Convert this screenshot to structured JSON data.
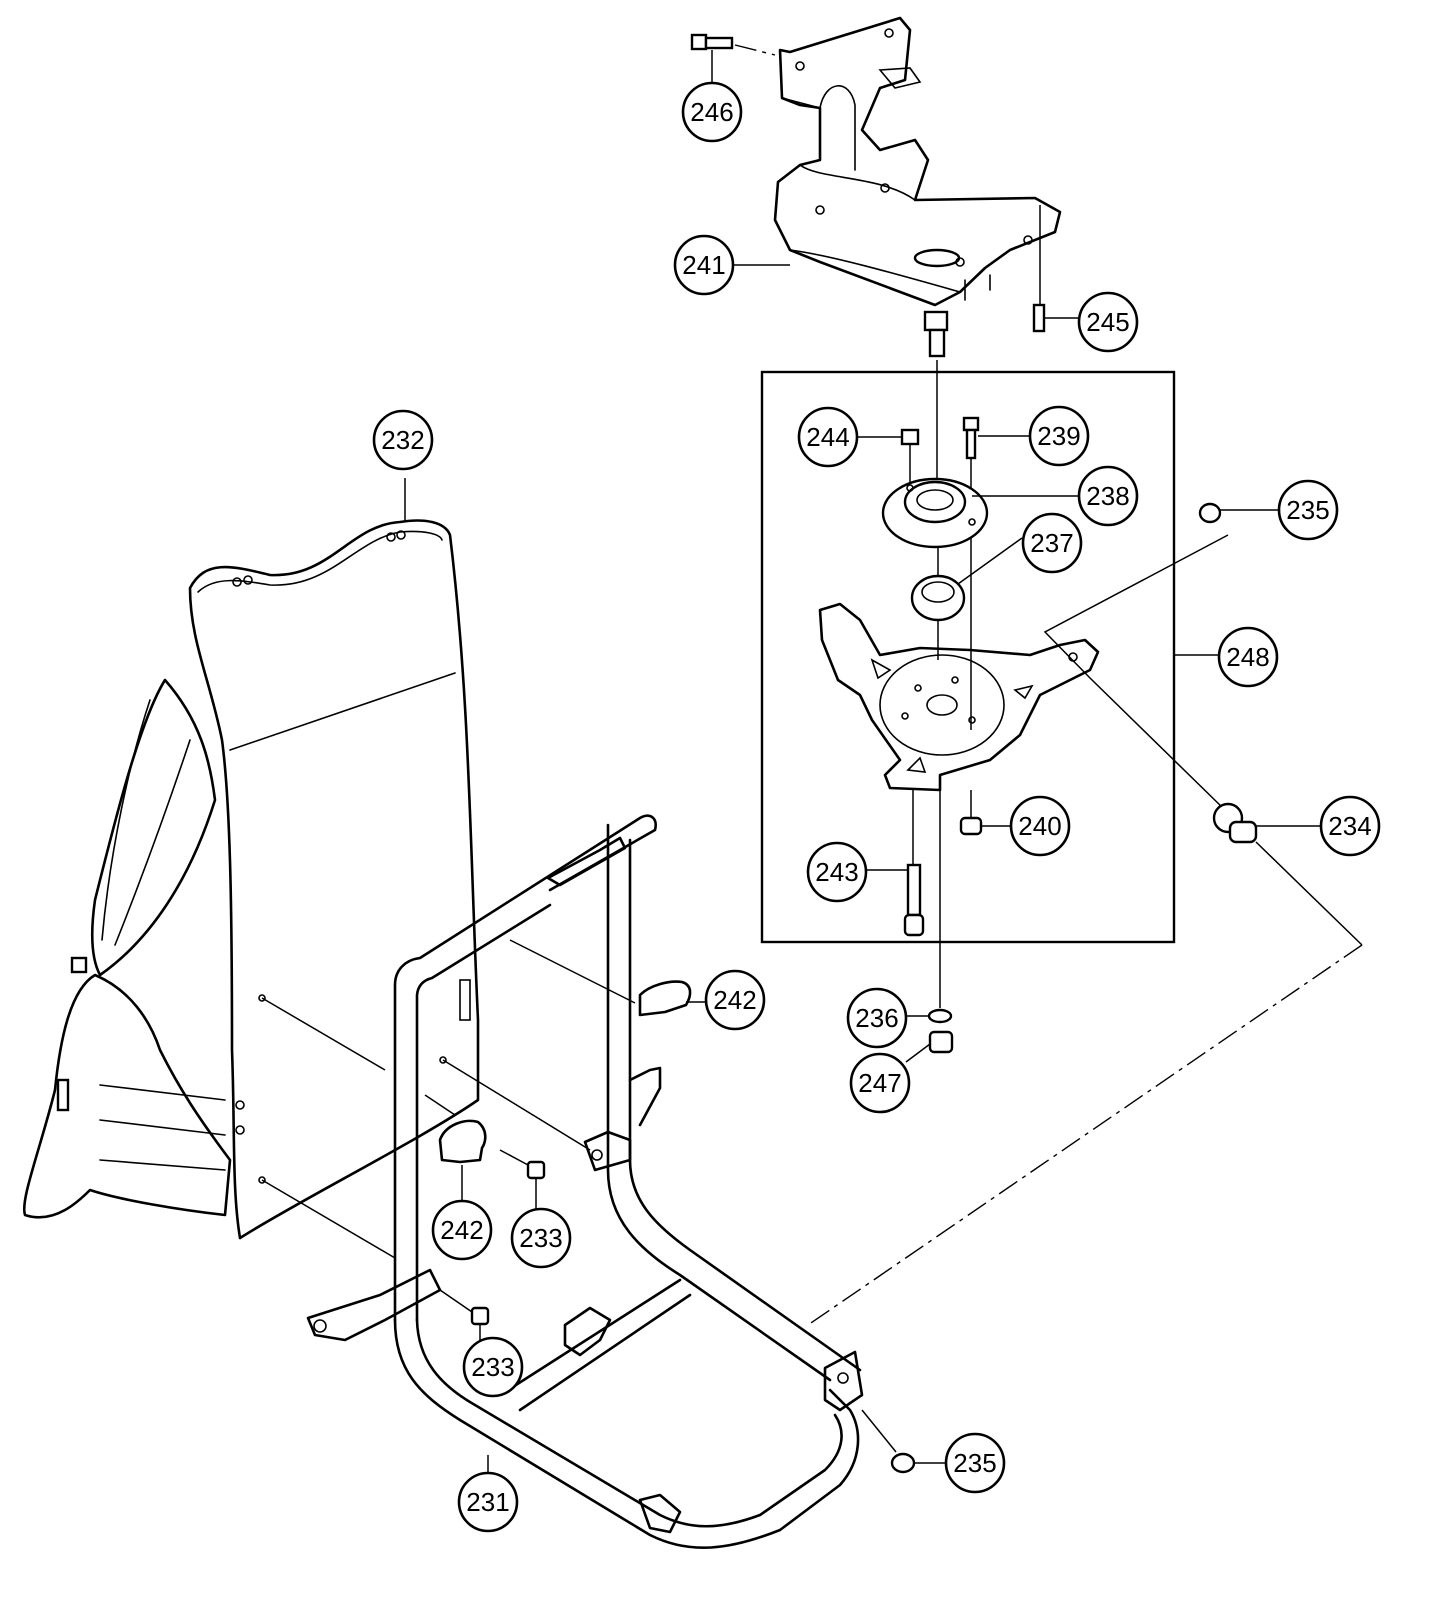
{
  "callouts": [
    {
      "id": "246",
      "label": "246"
    },
    {
      "id": "241",
      "label": "241"
    },
    {
      "id": "245",
      "label": "245"
    },
    {
      "id": "232",
      "label": "232"
    },
    {
      "id": "244",
      "label": "244"
    },
    {
      "id": "239",
      "label": "239"
    },
    {
      "id": "238",
      "label": "238"
    },
    {
      "id": "235a",
      "label": "235"
    },
    {
      "id": "237",
      "label": "237"
    },
    {
      "id": "248",
      "label": "248"
    },
    {
      "id": "234",
      "label": "234"
    },
    {
      "id": "240",
      "label": "240"
    },
    {
      "id": "243",
      "label": "243"
    },
    {
      "id": "242a",
      "label": "242"
    },
    {
      "id": "236",
      "label": "236"
    },
    {
      "id": "247",
      "label": "247"
    },
    {
      "id": "242b",
      "label": "242"
    },
    {
      "id": "233a",
      "label": "233"
    },
    {
      "id": "233b",
      "label": "233"
    },
    {
      "id": "235b",
      "label": "235"
    },
    {
      "id": "231",
      "label": "231"
    }
  ]
}
